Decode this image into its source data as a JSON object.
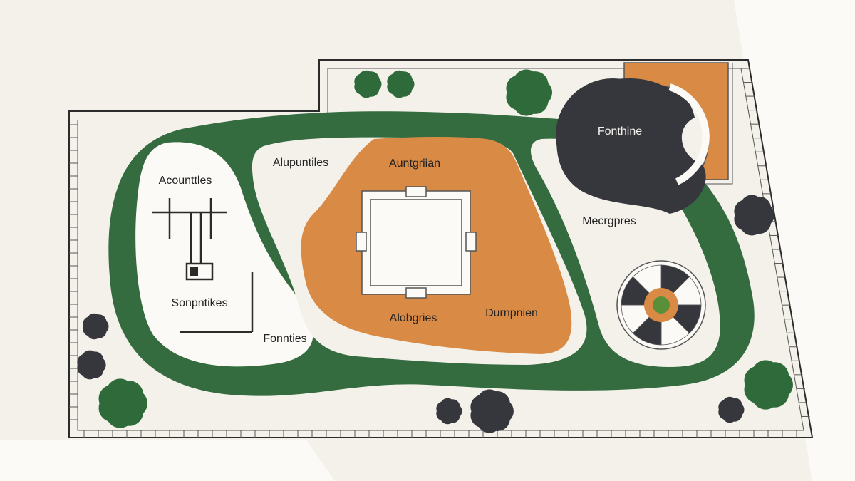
{
  "labels": {
    "acountles": "Acounttles",
    "alupuntiles": "Alupuntiles",
    "aunigrian": "Auntgriian",
    "fonthine": "Fonthine",
    "mecrgpres": "Mecrgpres",
    "sonpntikes": "Sonpntikes",
    "fonnties": "Fonnties",
    "alobgries": "Alobgries",
    "durnpnien": "Durnpnien"
  },
  "colors": {
    "background": "#f4f1ea",
    "path_green": "#346b3f",
    "tree_green": "#2f6b3a",
    "plaza_orange": "#d98a45",
    "dark_charcoal": "#36373d",
    "outline": "#2b2b2b",
    "white_area": "#fbfaf6"
  },
  "icons": {
    "tree": "tree-icon",
    "shrub": "shrub-icon",
    "carousel": "carousel-icon",
    "swing_set": "swing-set-icon"
  }
}
